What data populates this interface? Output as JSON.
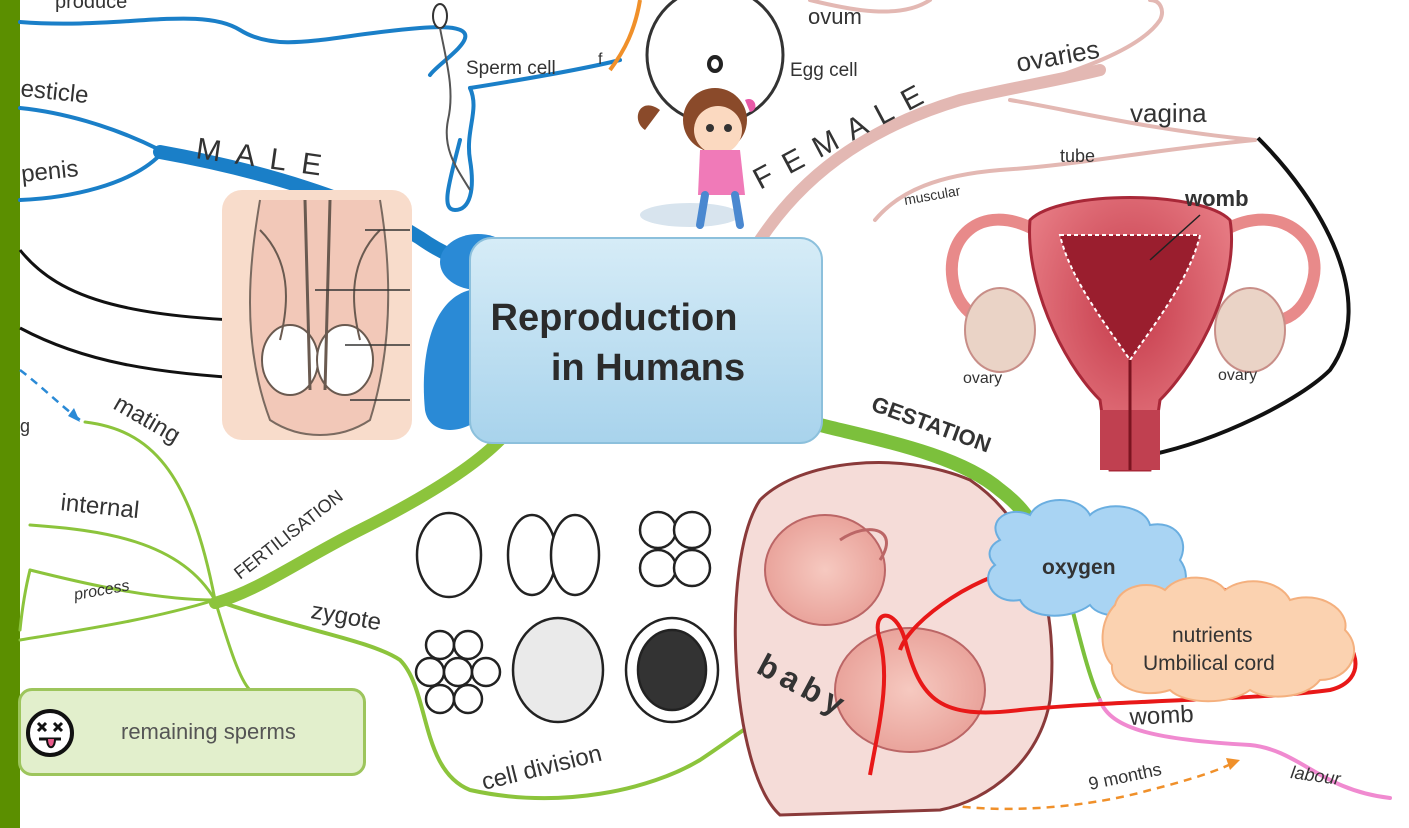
{
  "central": {
    "line1": "Reproduction",
    "line2": "in Humans"
  },
  "branches": {
    "male": "M A L E",
    "female": "F E M A L E",
    "gestation": "GESTATION",
    "fertilisation": "FERTILISATION"
  },
  "male_labels": {
    "produce": "produce",
    "testicle": "esticle",
    "penis": "penis",
    "sperm_cell": "Sperm cell",
    "f": "f"
  },
  "female_labels": {
    "ovum": "ovum",
    "egg_cell": "Egg cell",
    "ovaries": "ovaries",
    "vagina": "vagina",
    "tube": "tube",
    "muscular": "muscular",
    "womb": "womb",
    "ovary_left": "ovary",
    "ovary_right": "ovary"
  },
  "fertilisation_labels": {
    "mating": "mating",
    "internal": "internal",
    "process": "process",
    "zygote": "zygote",
    "cell_division": "cell division",
    "g": "g",
    "remaining_sperms": "remaining sperms"
  },
  "gestation_labels": {
    "oxygen": "oxygen",
    "nutrients": "nutrients",
    "umbilical_cord": "Umbilical cord",
    "womb": "womb",
    "nine_months": "9 months",
    "labour": "labour",
    "baby": "baby"
  },
  "colors": {
    "male_branch": "#1a7fc8",
    "female_branch": "#e3b8b3",
    "fertilisation_branch": "#8cc43c",
    "gestation_branch": "#7cc03c",
    "central_node": "#bfe0f0",
    "cloud_oxygen": "#a9d4f3",
    "cloud_nutrients": "#fbd2b0",
    "umbilical": "#e81818",
    "sidebar": "#5b8f00"
  },
  "icons": [
    "uterus-illustration",
    "fetus-illustration",
    "cell-division-illustration",
    "male-anatomy-illustration",
    "girl-character",
    "dizzy-face-icon"
  ]
}
